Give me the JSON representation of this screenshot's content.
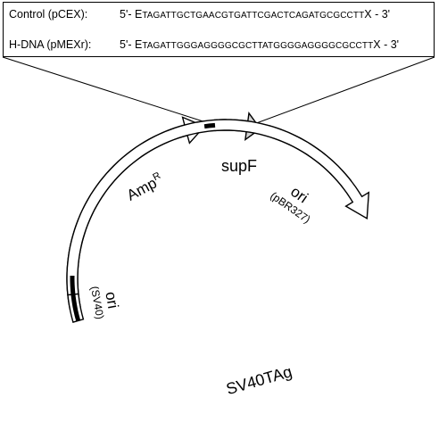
{
  "sequences": {
    "control": {
      "label": "Control (pCEX):",
      "prime5": "5'- E",
      "core": "TAGATTGCTGAACGTGATTCGACTCAGATGCGCCTT",
      "prime3": "X - 3'"
    },
    "hdna": {
      "label": "H-DNA (pMEXr):",
      "prime5": "5'- E",
      "core": "TAGATTGGGAGGGGCGCTTATGGGGAGGGGCGCCTT",
      "prime3": "X - 3'"
    }
  },
  "plasmid": {
    "features": {
      "supF": "supF",
      "ampR": "Amp",
      "ampR_superscript": "R",
      "ori_pbr": "ori",
      "ori_pbr_note": "(pBR327)",
      "ori_sv40": "ori",
      "ori_sv40_note": "(SV40)",
      "sv40tag": "SV40TAg"
    },
    "colors": {
      "supF_fill": "#d3d3d3",
      "outline": "#000000",
      "segment_fill": "#ffffff"
    }
  }
}
